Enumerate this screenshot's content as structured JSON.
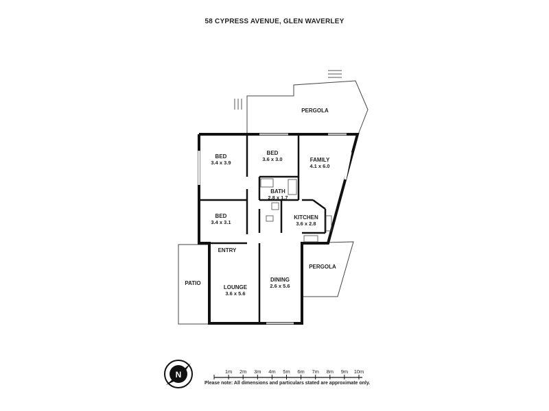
{
  "title": "58 CYPRESS AVENUE, GLEN WAVERLEY",
  "rooms": [
    {
      "name": "BED",
      "dims": "3.4 x 3.9"
    },
    {
      "name": "BED",
      "dims": "3.6 x 3.0"
    },
    {
      "name": "FAMILY",
      "dims": "4.1 x 6.0"
    },
    {
      "name": "BATH",
      "dims": "2.8 x 1.7"
    },
    {
      "name": "BED",
      "dims": "3.4 x 3.1"
    },
    {
      "name": "KITCHEN",
      "dims": "3.6 x 2.8"
    },
    {
      "name": "LOUNGE",
      "dims": "3.6 x 5.6"
    },
    {
      "name": "DINING",
      "dims": "2.6 x 5.6"
    }
  ],
  "areas": {
    "pergola_top": "PERGOLA",
    "pergola_right": "PERGOLA",
    "patio": "PATIO",
    "entry": "ENTRY"
  },
  "compass": {
    "letter": "N"
  },
  "scale": {
    "labels": [
      "1m",
      "2m",
      "3m",
      "4m",
      "5m",
      "6m",
      "7m",
      "8m",
      "9m",
      "10m"
    ]
  },
  "note": "Please note: All dimensions and particulars stated are approximate only."
}
